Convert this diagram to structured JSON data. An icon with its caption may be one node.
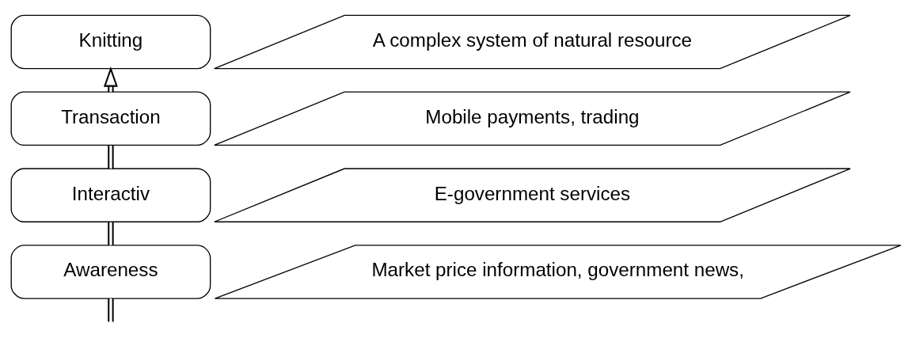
{
  "diagram": {
    "nodes": [
      {
        "text": [
          "Knitting"
        ]
      },
      {
        "text": [
          "A complex system of natural resource"
        ]
      },
      {
        "text": [
          "Transaction"
        ]
      },
      {
        "text": [
          "Mobile payments, trading"
        ]
      },
      {
        "text": [
          "Interactiv"
        ]
      },
      {
        "text": [
          "E-government services"
        ]
      },
      {
        "text": [
          "Awareness"
        ]
      },
      {
        "text": [
          "Market price information, government news,"
        ]
      }
    ],
    "edges": [
      {
        "from": null,
        "to": 6,
        "arrow": "none"
      },
      {
        "from": 6,
        "to": 4,
        "arrow": "none"
      },
      {
        "from": 4,
        "to": 2,
        "arrow": "none"
      },
      {
        "from": 2,
        "to": 0,
        "arrow": "to"
      }
    ]
  }
}
